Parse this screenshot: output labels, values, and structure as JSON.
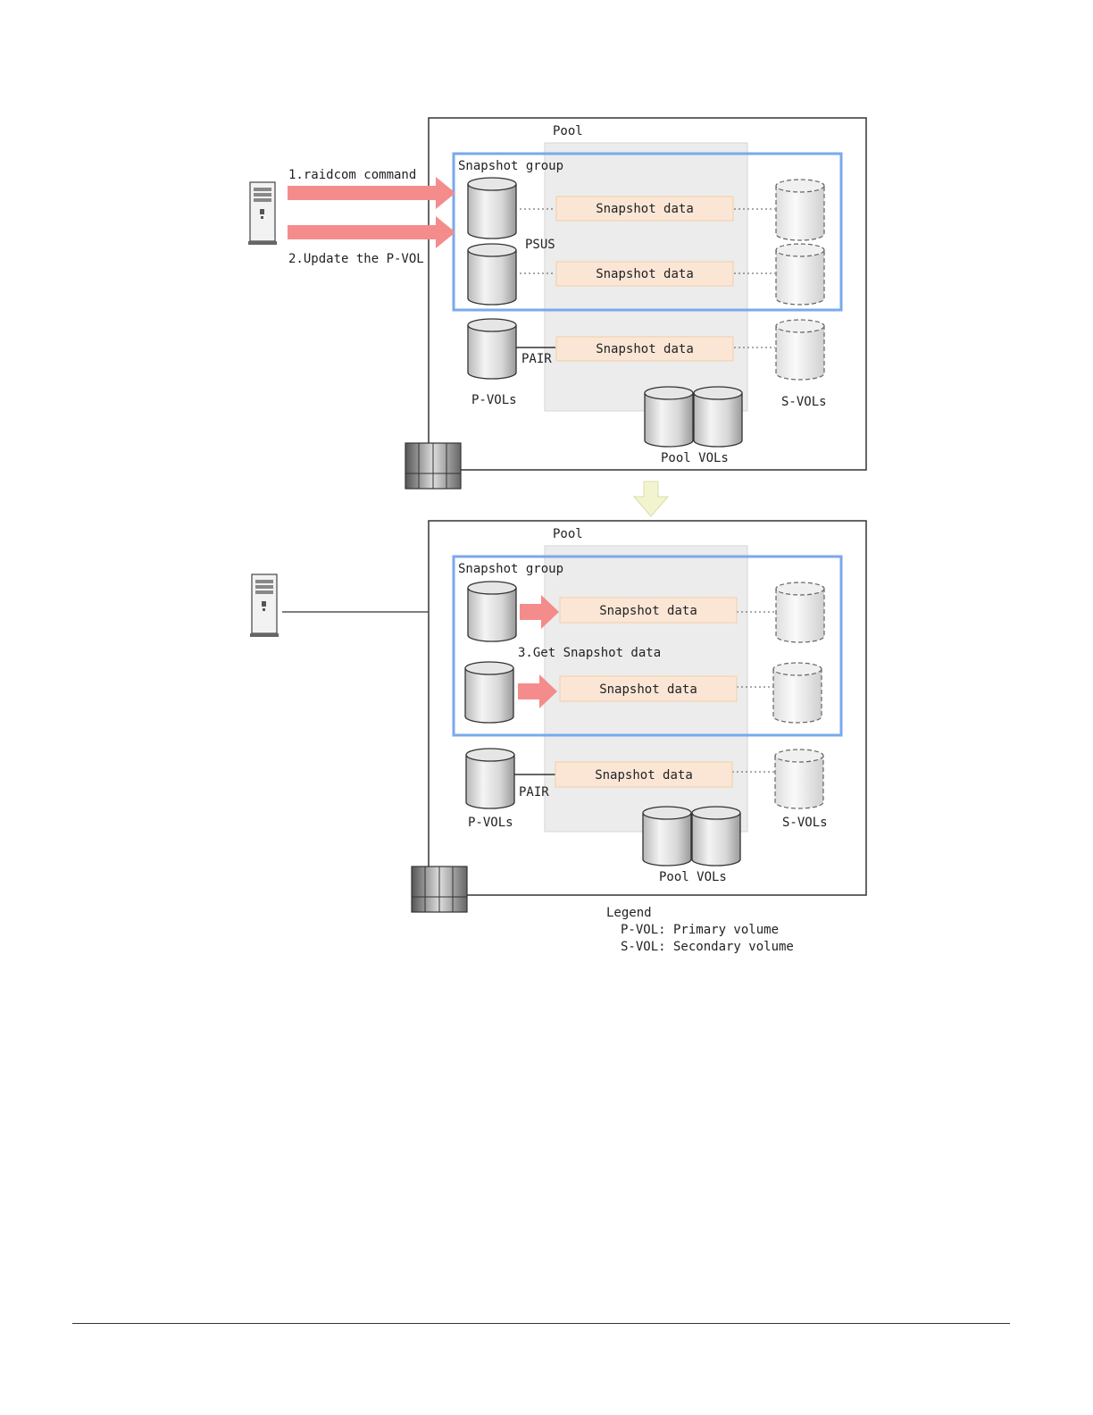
{
  "top_panel": {
    "pool_label": "Pool",
    "snapshot_group_label": "Snapshot group",
    "step1_label": "1.raidcom command",
    "step2_label": "2.Update the P-VOL",
    "psus_label": "PSUS",
    "pair_label": "PAIR",
    "snapshot_data_labels": [
      "Snapshot data",
      "Snapshot data",
      "Snapshot data"
    ],
    "pvols_label": "P-VOLs",
    "svols_label": "S-VOLs",
    "pool_vols_label": "Pool VOLs"
  },
  "bottom_panel": {
    "pool_label": "Pool",
    "snapshot_group_label": "Snapshot group",
    "step3_label": "3.Get Snapshot data",
    "pair_label": "PAIR",
    "snapshot_data_labels": [
      "Snapshot data",
      "Snapshot data",
      "Snapshot data"
    ],
    "pvols_label": "P-VOLs",
    "svols_label": "S-VOLs",
    "pool_vols_label": "Pool VOLs"
  },
  "legend": {
    "title": "Legend",
    "items": [
      "P-VOL: Primary volume",
      "S-VOL: Secondary volume"
    ]
  },
  "icons": {
    "host": "server-icon",
    "storage": "storage-system-icon",
    "volume": "cylinder-icon",
    "transition": "down-arrow-icon"
  },
  "colors": {
    "snapshot_group_border": "#78aaeb",
    "pool_area_fill": "#ececec",
    "snapshot_data_fill": "#fbe6d6",
    "snapshot_data_border": "#f1cfa6",
    "arrow_red": "#f48c8c",
    "transition_arrow": "#f2f4cf"
  }
}
